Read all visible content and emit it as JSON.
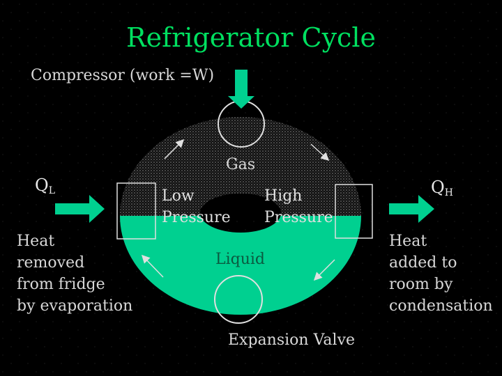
{
  "title": "Refrigerator Cycle",
  "compressor_label": "Compressor (work =W)",
  "gas_label": "Gas",
  "liquid_label": "Liquid",
  "low_pressure_label": "Low\nPressure",
  "high_pressure_label": "High\nPressure",
  "q_low": {
    "main": "Q",
    "sub": "L"
  },
  "q_high": {
    "main": "Q",
    "sub": "H"
  },
  "heat_removed_label": "Heat\nremoved\nfrom fridge\nby evaporation",
  "heat_added_label": "Heat\nadded to\nroom by\ncondensation",
  "expansion_valve_label": "Expansion Valve",
  "colors": {
    "background": "#000000",
    "title": "#00e060",
    "liquid_fill": "#00d090",
    "gas_fill": "#1a1a1a",
    "text": "#d8d8d8",
    "arrow_fill": "#00d090"
  }
}
